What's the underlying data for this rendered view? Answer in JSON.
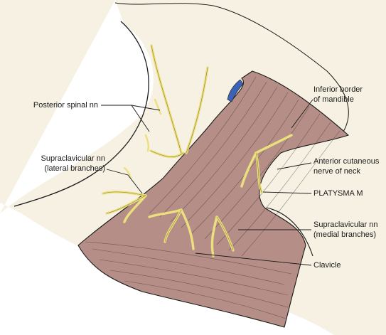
{
  "labels": {
    "posterior_spinal": "Posterior spinal nn",
    "supraclavicular_lateral_line1": "Supraclavicular nn",
    "supraclavicular_lateral_line2": "(lateral branches)",
    "inferior_border_line1": "Inferior border",
    "inferior_border_line2": "of mandible",
    "anterior_cutaneous_line1": "Anterior cutaneous",
    "anterior_cutaneous_line2": "nerve of neck",
    "platysma": "PLATYSMA M",
    "supraclavicular_medial_line1": "Supraclavicular nn",
    "supraclavicular_medial_line2": "(medial branches)",
    "clavicle": "Clavicle"
  },
  "colors": {
    "skin": "#f6f1e3",
    "muscle": "#b58f87",
    "muscle_fiber": "#3a2624",
    "nerve": "#ecdf7e",
    "nerve_outline": "#8a7d2a",
    "vein": "#3c62b8",
    "outline": "#1a1a1a"
  }
}
